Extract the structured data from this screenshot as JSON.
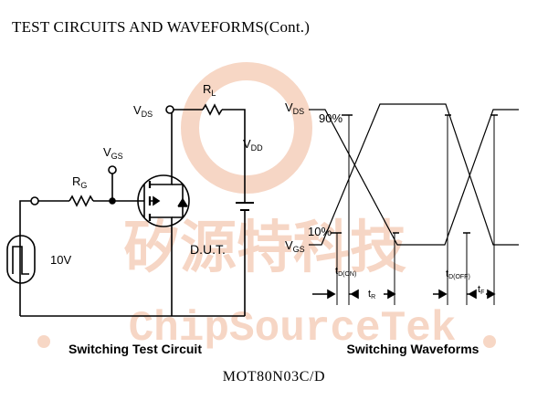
{
  "header": {
    "title": "TEST CIRCUITS AND WAVEFORMS(Cont.)"
  },
  "footer": {
    "part_number": "MOT80N03C/D"
  },
  "watermark": {
    "cn": "矽源特科技",
    "en": "ChipSourceTek"
  },
  "circuit": {
    "caption": "Switching Test Circuit",
    "vds_label": "V",
    "vds_sub": "DS",
    "vgs_label": "V",
    "vgs_sub": "GS",
    "rl_label": "R",
    "rl_sub": "L",
    "rg_label": "R",
    "rg_sub": "G",
    "vdd_label": "V",
    "vdd_sub": "DD",
    "dut_label": "D.U.T.",
    "pulse_label": "10V"
  },
  "waveforms": {
    "caption": "Switching Waveforms",
    "vds_label": "V",
    "vds_sub": "DS",
    "vgs_label": "V",
    "vgs_sub": "GS",
    "pct90": "90%",
    "pct10": "10%",
    "td_on": "t",
    "td_on_sub": "D(ON)",
    "tr": "t",
    "tr_sub": "R",
    "td_off": "t",
    "td_off_sub": "D(OFF)",
    "tf": "t",
    "tf_sub": "F"
  },
  "colors": {
    "watermark": "#f4c9b2",
    "ink": "#000000"
  }
}
